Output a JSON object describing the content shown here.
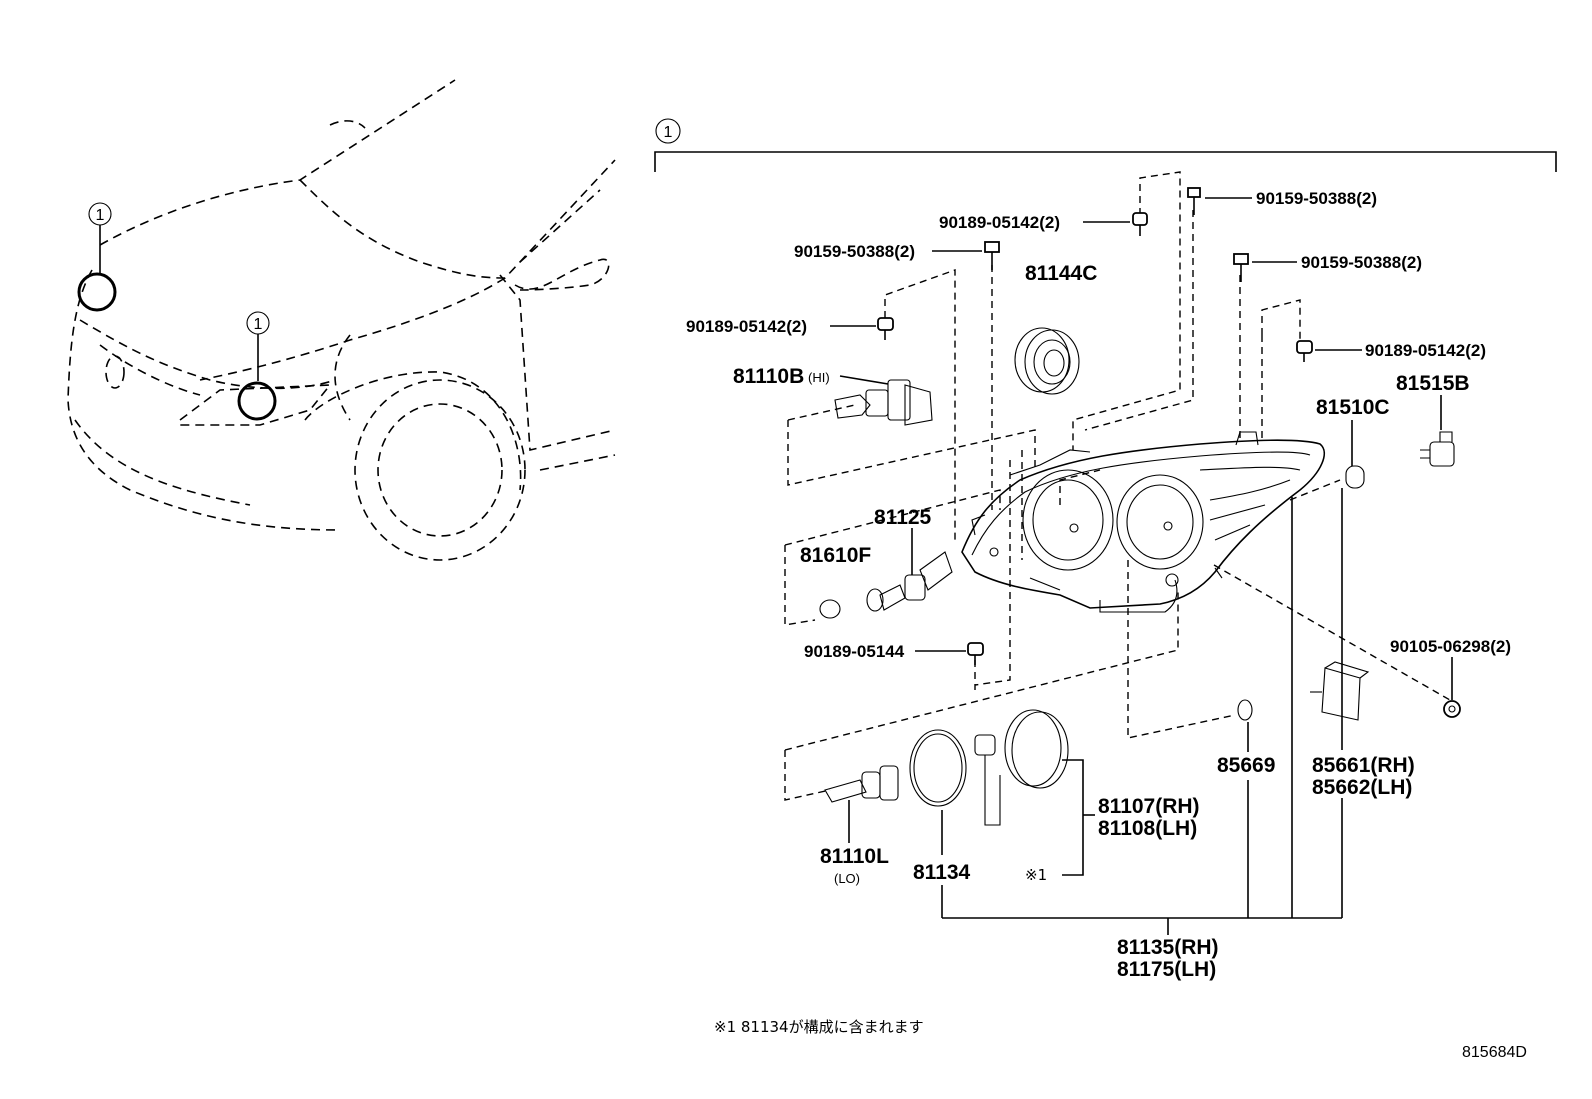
{
  "callout_marker": "1",
  "drawing_number": "815684D",
  "footnote": "※1 81134が構成に含まれます",
  "parts": {
    "p90159_top": "90159-50388(2)",
    "p90189_top": "90189-05142(2)",
    "p90159_left": "90159-50388(2)",
    "p81144C": "81144C",
    "p90189_left": "90189-05142(2)",
    "p90159_right": "90159-50388(2)",
    "p90189_right": "90189-05142(2)",
    "p81110B": "81110B",
    "p81110B_sub": "(HI)",
    "p81515B": "81515B",
    "p81510C": "81510C",
    "p81125": "81125",
    "p81610F": "81610F",
    "p90189_05144": "90189-05144",
    "p90105": "90105-06298(2)",
    "p85669": "85669",
    "p85661": "85661(RH)",
    "p85662": "85662(LH)",
    "p81107": "81107(RH)",
    "p81108": "81108(LH)",
    "p81110L": "81110L",
    "p81110L_sub": "(LO)",
    "p81134": "81134",
    "note_mark": "※1",
    "p81135": "81135(RH)",
    "p81175": "81175(LH)"
  }
}
